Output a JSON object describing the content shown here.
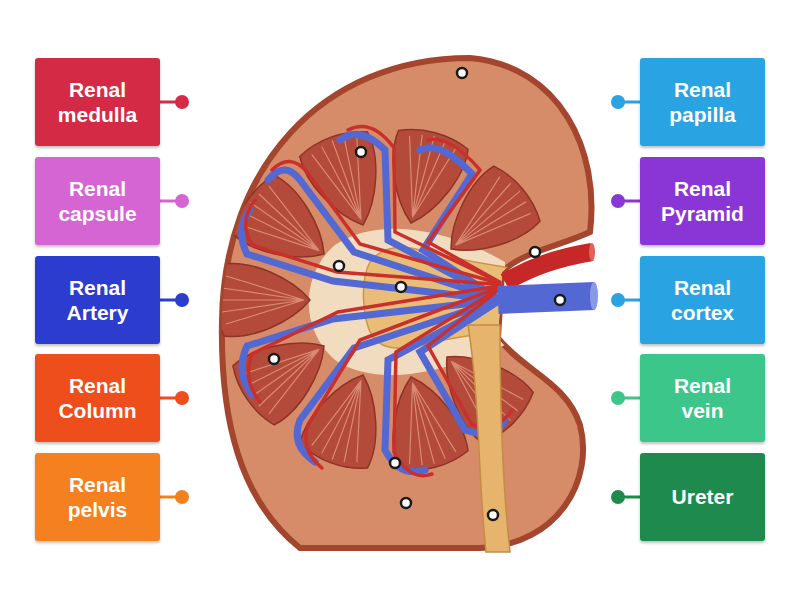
{
  "diagram": {
    "nodes": [
      {
        "text": [
          "Renal medulla"
        ]
      },
      {
        "text": [
          "Renal papilla"
        ]
      },
      {
        "text": [
          "Renal capsule"
        ]
      },
      {
        "text": [
          "Renal Pyramid"
        ]
      },
      {
        "text": [
          "Renal Artery"
        ]
      },
      {
        "text": [
          "Renal cortex"
        ]
      },
      {
        "text": [
          "Renal Column"
        ]
      },
      {
        "text": [
          "Renal vein"
        ]
      },
      {
        "text": [
          "Renal pelvis"
        ]
      },
      {
        "text": [
          "Ureter"
        ]
      }
    ]
  }
}
